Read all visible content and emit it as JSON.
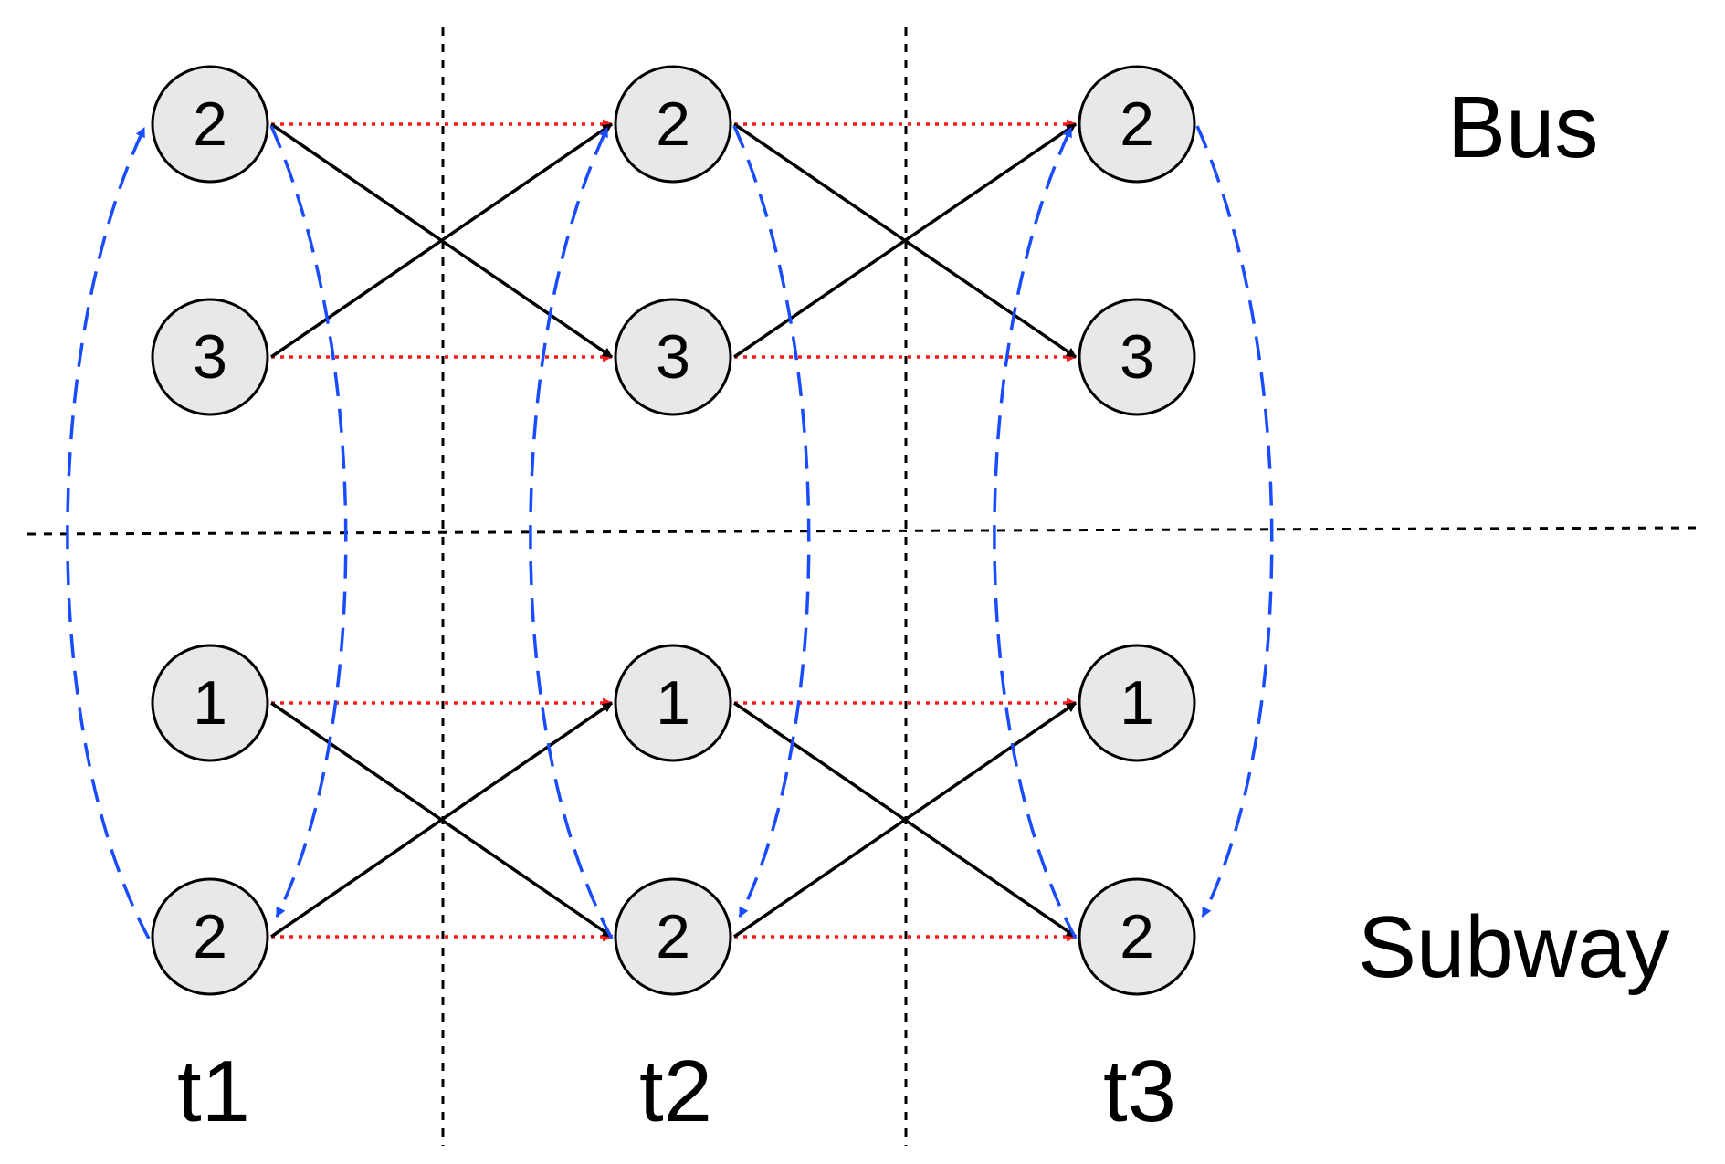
{
  "labels": {
    "bus": "Bus",
    "subway": "Subway"
  },
  "time_steps": [
    "t1",
    "t2",
    "t3"
  ],
  "bus_nodes": [
    "2",
    "3"
  ],
  "subway_nodes": [
    "1",
    "2"
  ],
  "colors": {
    "node_fill": "#e8e8e8",
    "transfer_edge": "#000000",
    "wait_edge": "#ff1a1a",
    "interlayer_edge": "#1a4cff"
  },
  "icons": {
    "transfer_arrow": "black-solid-arrowhead",
    "wait_arrow": "red-dotted-arrowhead",
    "interlayer_arrow": "blue-dashed-arrowhead"
  }
}
